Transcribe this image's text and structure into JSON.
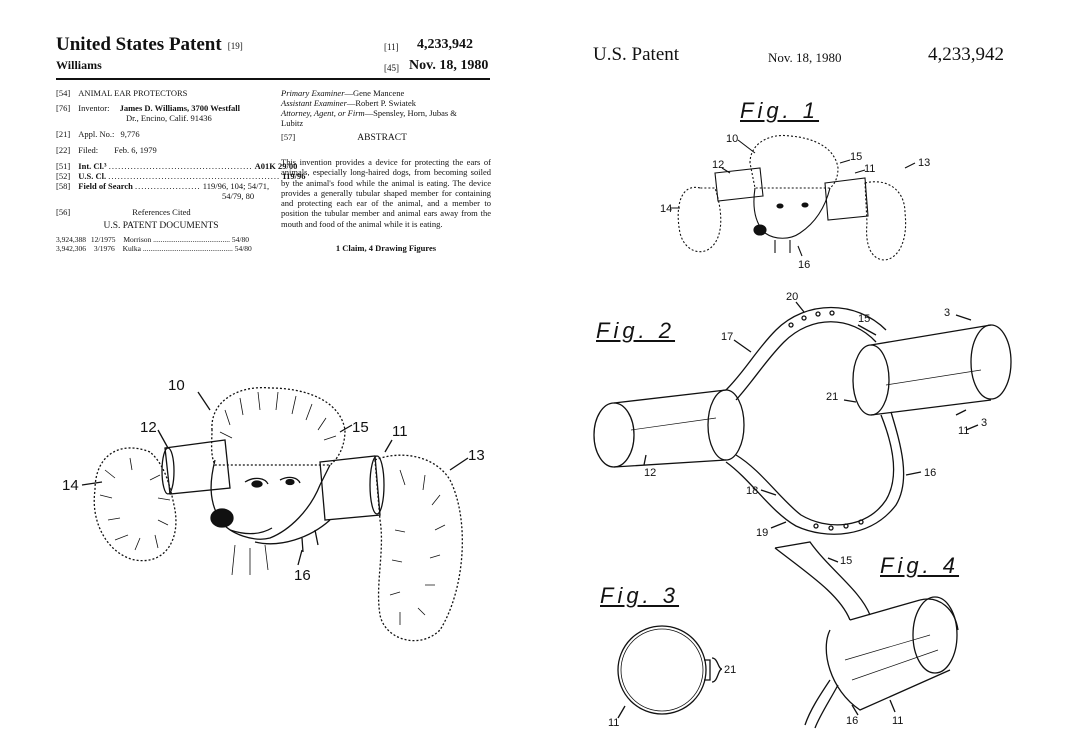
{
  "left_page": {
    "title": "United States Patent",
    "title_code": "[19]",
    "inventor_surname": "Williams",
    "patent_code": "[11]",
    "patent_number": "4,233,942",
    "date_code": "[45]",
    "date": "Nov. 18, 1980",
    "bib": [
      {
        "code": "[54]",
        "label": "ANIMAL EAR PROTECTORS",
        "value": ""
      },
      {
        "code": "[76]",
        "label": "Inventor:",
        "value": "James D. Williams, 3700 Westfall",
        "value2": "Dr., Encino, Calif. 91436"
      },
      {
        "code": "[21]",
        "label": "Appl. No.:",
        "value": "9,776"
      },
      {
        "code": "[22]",
        "label": "Filed:",
        "value": "Feb. 6, 1979"
      },
      {
        "code": "[51]",
        "label": "Int. Cl.³",
        "value": "A01K 29/00"
      },
      {
        "code": "[52]",
        "label": "U.S. Cl.",
        "value": "119/96"
      },
      {
        "code": "[58]",
        "label": "Field of Search",
        "value": "119/96, 104; 54/71,",
        "value2": "54/79, 80"
      },
      {
        "code": "[56]",
        "label": "References Cited",
        "value": ""
      }
    ],
    "us_patent_documents_heading": "U.S. PATENT DOCUMENTS",
    "references": [
      {
        "number": "3,924,388",
        "date": "12/1975",
        "name": "Morrison",
        "class": "54/80"
      },
      {
        "number": "3,942,306",
        "date": "3/1976",
        "name": "Kulka",
        "class": "54/80"
      }
    ],
    "primary_examiner_label": "Primary Examiner",
    "primary_examiner": "—Gene Mancene",
    "assistant_examiner_label": "Assistant Examiner",
    "assistant_examiner": "—Robert P. Swiatek",
    "attorney_label": "Attorney, Agent, or Firm",
    "attorney": "—Spensley, Horn, Jubas &",
    "attorney2": "Lubitz",
    "abstract_code": "[57]",
    "abstract_heading": "ABSTRACT",
    "abstract_text": "This invention provides a device for protecting the ears of animals, especially long-haired dogs, from becoming soiled by the animal's food while the animal is eating. The device provides a generally tubular shaped member for containing and protecting each ear of the animal, and a member to position the tubular member and animal ears away from the mouth and food of the animal while it is eating.",
    "claims_line": "1 Claim, 4 Drawing Figures",
    "figure_labels": [
      "10",
      "12",
      "15",
      "11",
      "13",
      "14",
      "16"
    ]
  },
  "right_page": {
    "header_left": "U.S. Patent",
    "header_date": "Nov. 18, 1980",
    "header_number": "4,233,942",
    "fig1": {
      "label": "Fig. 1",
      "refs": [
        "10",
        "12",
        "15",
        "11",
        "13",
        "14",
        "16"
      ]
    },
    "fig2": {
      "label": "Fig. 2",
      "refs": [
        "20",
        "17",
        "15",
        "3",
        "21",
        "11",
        "3",
        "16",
        "12",
        "18",
        "19"
      ]
    },
    "fig3": {
      "label": "Fig. 3",
      "refs": [
        "21",
        "11"
      ]
    },
    "fig4": {
      "label": "Fig. 4",
      "refs": [
        "15",
        "16",
        "11"
      ]
    }
  },
  "colors": {
    "ink": "#111111",
    "paper": "#ffffff"
  }
}
